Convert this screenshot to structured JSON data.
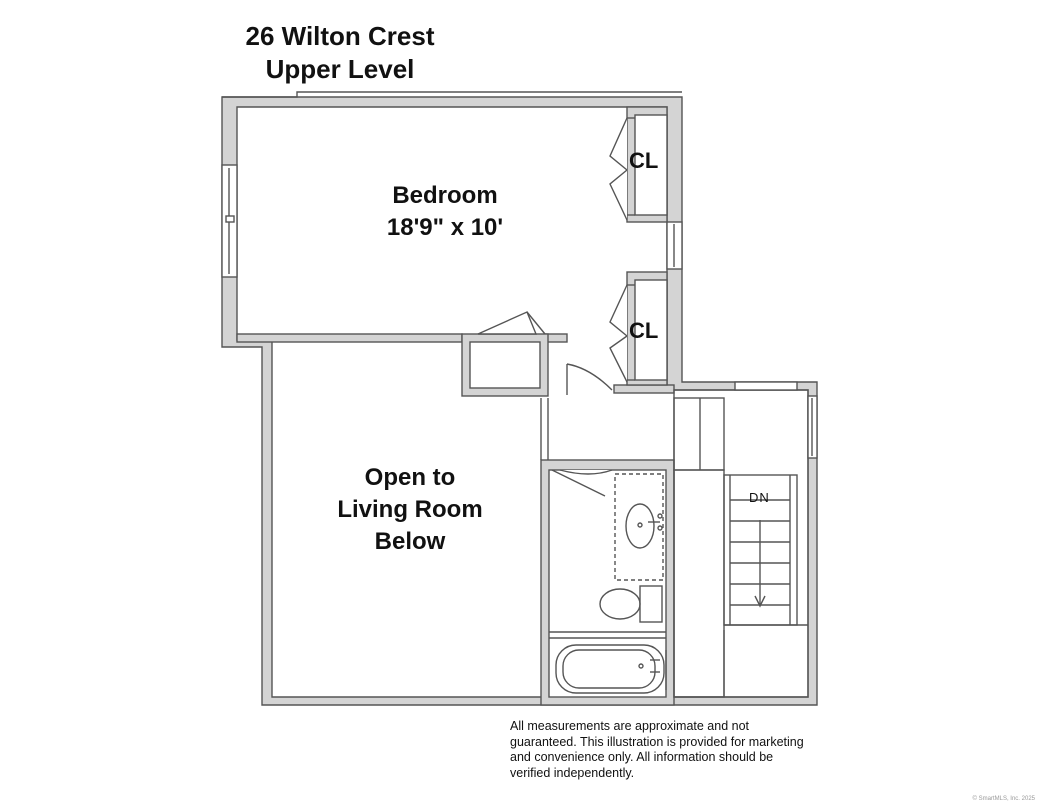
{
  "header": {
    "address": "26 Wilton Crest",
    "level": "Upper Level"
  },
  "rooms": {
    "bedroom": {
      "name": "Bedroom",
      "dimensions": "18'9\" x 10'"
    },
    "open_area": {
      "line1": "Open to",
      "line2": "Living Room",
      "line3": "Below"
    },
    "closet_upper": "CL",
    "closet_lower": "CL",
    "stairs": "DN"
  },
  "disclaimer": "All measurements are approximate and not guaranteed. This illustration is provided for marketing and convenience only. All information should be verified independently.",
  "copyright": "© SmartMLS, Inc. 2025",
  "colors": {
    "wall": "#6e6e6e",
    "wall_fill": "#d4d4d4",
    "line": "#555555",
    "background": "#ffffff"
  }
}
